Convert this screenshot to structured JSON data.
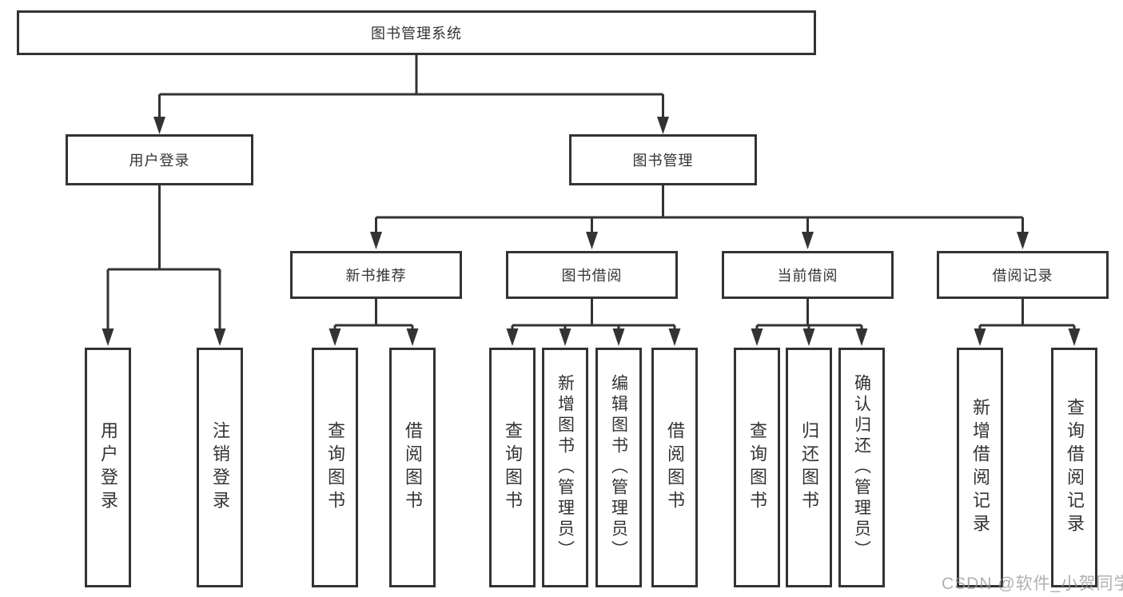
{
  "diagram": {
    "root": {
      "label": "图书管理系统"
    },
    "branches": [
      {
        "label": "用户登录",
        "children": [
          {
            "label": "用户登录"
          },
          {
            "label": "注销登录"
          }
        ]
      },
      {
        "label": "图书管理",
        "children": [
          {
            "label": "新书推荐",
            "children": [
              {
                "label": "查询图书"
              },
              {
                "label": "借阅图书"
              }
            ]
          },
          {
            "label": "图书借阅",
            "children": [
              {
                "label": "查询图书"
              },
              {
                "label": "新增图书（管理员）"
              },
              {
                "label": "编辑图书（管理员）"
              },
              {
                "label": "借阅图书"
              }
            ]
          },
          {
            "label": "当前借阅",
            "children": [
              {
                "label": "查询图书"
              },
              {
                "label": "归还图书"
              },
              {
                "label": "确认归还（管理员）"
              }
            ]
          },
          {
            "label": "借阅记录",
            "children": [
              {
                "label": "新增借阅记录"
              },
              {
                "label": "查询借阅记录"
              }
            ]
          }
        ]
      }
    ]
  },
  "watermark": {
    "text": "CSDN @软件_小贺同学"
  },
  "colors": {
    "line": "#333333",
    "box_border": "#333333",
    "text": "#333333",
    "background": "#ffffff",
    "watermark": "#969696"
  }
}
